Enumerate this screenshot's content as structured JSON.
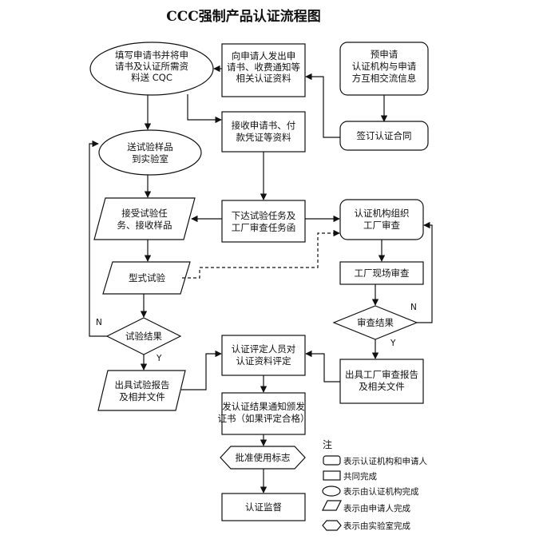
{
  "title": "CCC强制产品认证流程图",
  "nodes": {
    "fill_application": [
      "填写申请书并将申",
      "请书及认证所需资",
      "料送 CQC"
    ],
    "issue_application": [
      "向申请人发出申",
      "请书、收费通知等",
      "相关认证资料"
    ],
    "pre_application": [
      "预申请",
      "认证机构与申请",
      "方互相交流信息"
    ],
    "sign_contract": [
      "签订认证合同"
    ],
    "send_samples": [
      "送试验样品",
      "到实验室"
    ],
    "receive_application": [
      "接收申请书、付",
      "款凭证等资料"
    ],
    "accept_task": [
      "接受试验任",
      "务、接收样品"
    ],
    "issue_task": [
      "下达试验任务及",
      "工厂审查任务函"
    ],
    "organize_audit": [
      "认证机构组织",
      "工厂审查"
    ],
    "type_test": [
      "型式试验"
    ],
    "factory_audit": [
      "工厂现场审查"
    ],
    "test_result": [
      "试验结果"
    ],
    "audit_result": [
      "审查结果"
    ],
    "evaluator": [
      "认证评定人员对",
      "认证资料评定"
    ],
    "test_report": [
      "出具试验报告",
      "及相并文件"
    ],
    "audit_report": [
      "出具工厂审查报告",
      "及相关文件"
    ],
    "result_notice": [
      "发认证结果通知颁发",
      "证书（如果评定合格）"
    ],
    "approve_mark": [
      "批准使用标志"
    ],
    "supervision": [
      "认证监督"
    ]
  },
  "labels": {
    "no": "N",
    "yes": "Y"
  },
  "legend": {
    "header": "注",
    "items": [
      "表示认证机构和申请人",
      "共同完成",
      "表示由认证机构完成",
      "表示由申请人完成",
      "表示由实验室完成"
    ]
  }
}
